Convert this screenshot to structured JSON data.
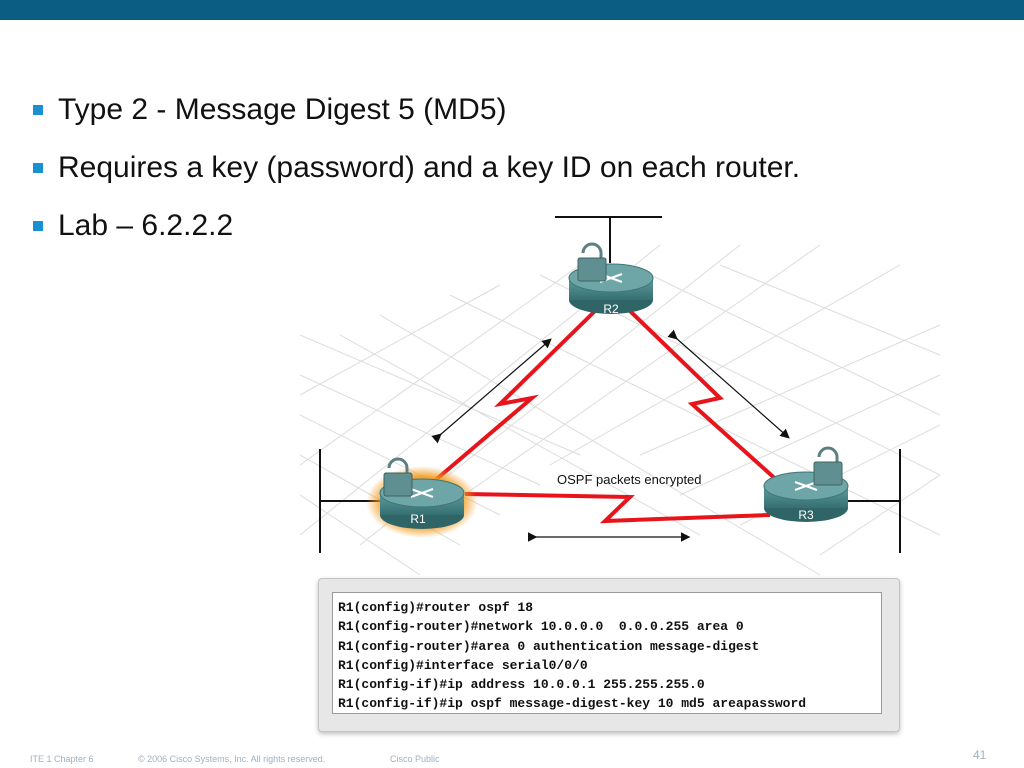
{
  "bullets": [
    "Type 2 - Message Digest 5 (MD5)",
    "Requires a key (password) and a key ID on each router.",
    "Lab – 6.2.2.2"
  ],
  "diagram": {
    "routers": {
      "r1": "R1",
      "r2": "R2",
      "r3": "R3"
    },
    "link_label": "OSPF packets encrypted",
    "colors": {
      "link": "#e8141c",
      "router_body": "#4f8f91",
      "highlight": "#f29a1e"
    },
    "icons": [
      "padlock-icon",
      "router-icon",
      "double-arrow-icon"
    ]
  },
  "config": {
    "lines": [
      "R1(config)#router ospf 18",
      "R1(config-router)#network 10.0.0.0  0.0.0.255 area 0",
      "R1(config-router)#area 0 authentication message-digest",
      "R1(config)#interface serial0/0/0",
      "R1(config-if)#ip address 10.0.0.1 255.255.255.0",
      "R1(config-if)#ip ospf message-digest-key 10 md5 areapassword"
    ]
  },
  "footer": {
    "chapter": "ITE 1 Chapter 6",
    "copyright": "© 2006 Cisco Systems, Inc. All rights reserved.",
    "classification": "Cisco Public",
    "page": "41"
  },
  "theme": {
    "header_bar": "#0b5d83",
    "bullet_marker": "#1a8fd1"
  }
}
